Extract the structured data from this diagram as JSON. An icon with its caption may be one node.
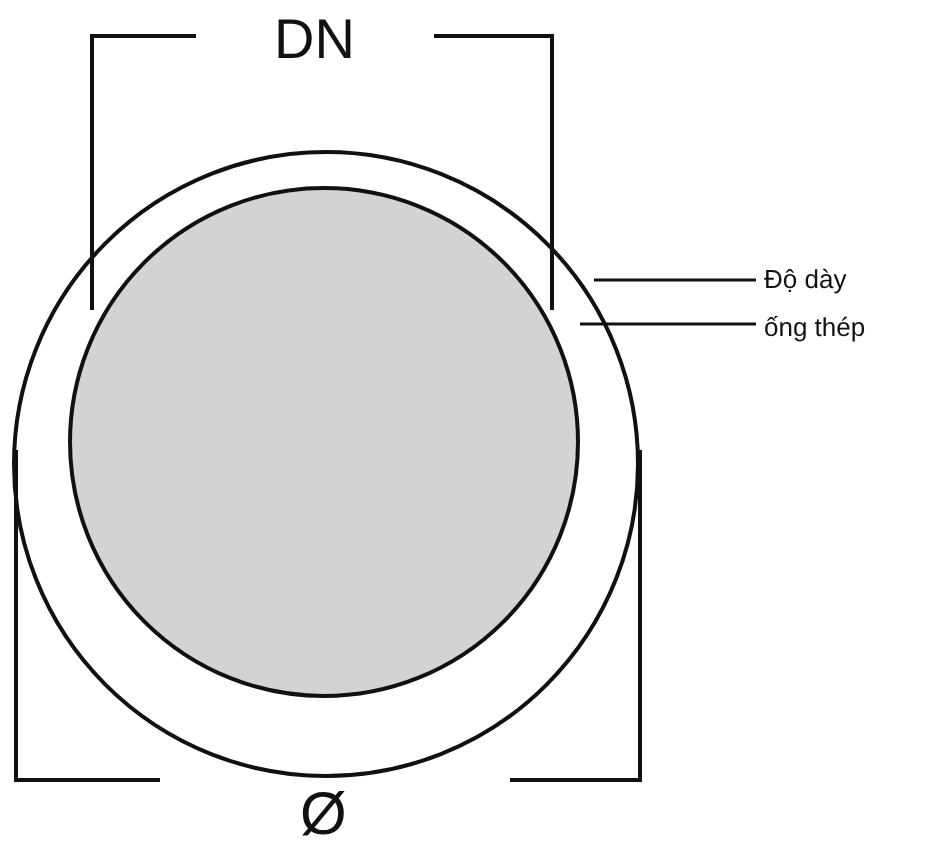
{
  "diagram": {
    "nodes": [
      {
        "text": [],
        "shape": "circle"
      },
      {
        "text": [],
        "shape": "circle",
        "in": 0
      },
      {
        "text": [
          "Độ dày ống thép"
        ]
      }
    ],
    "edges": [
      {
        "from": 2,
        "to": 0,
        "arrow": "none"
      },
      {
        "from": 2,
        "to": 1,
        "arrow": "none"
      }
    ],
    "labels": [
      "DN",
      "Ø"
    ]
  }
}
